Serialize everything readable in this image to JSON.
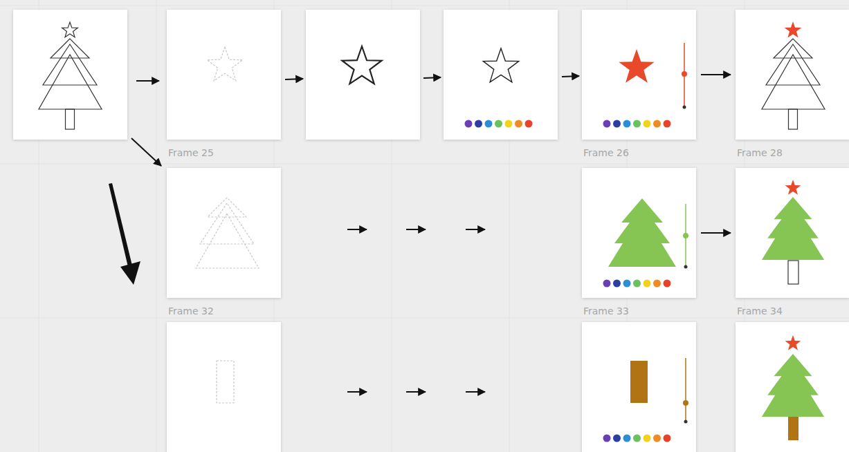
{
  "diagram": {
    "nodes": [
      {
        "text": [
          "Frame 25"
        ]
      },
      {
        "text": [
          "Frame 26"
        ]
      },
      {
        "text": [
          "Frame 28"
        ]
      },
      {
        "text": [
          "Frame 32"
        ]
      },
      {
        "text": [
          "Frame 33"
        ]
      },
      {
        "text": [
          "Frame 34"
        ]
      }
    ],
    "edges": [
      {
        "from": 1,
        "to": 2,
        "arrow": "to"
      },
      {
        "from": 4,
        "to": 5,
        "arrow": "to"
      }
    ]
  }
}
